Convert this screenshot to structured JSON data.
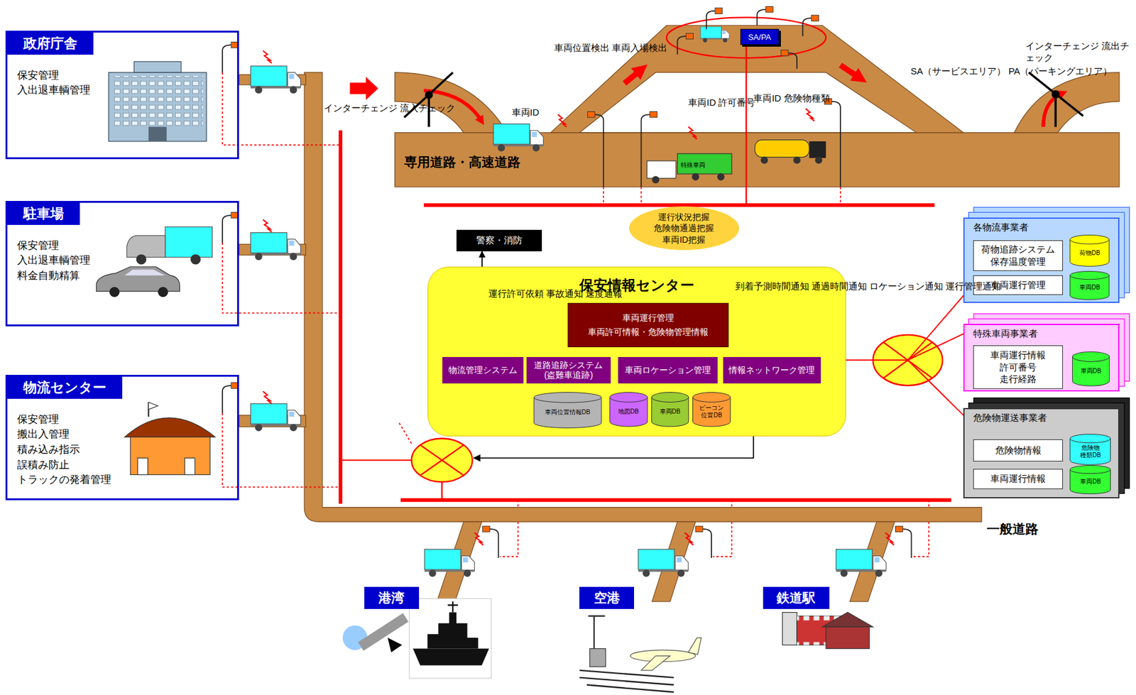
{
  "diagram": {
    "nodes": [
      {
        "text": [
          "政府庁舎",
          "保安管理 入出退車輌管理"
        ]
      },
      {
        "text": [
          "駐車場",
          "保安管理 入出退車輌管理 料金自動精算"
        ]
      },
      {
        "text": [
          "物流センター",
          "保安管理 搬出入管理 積み込み指示 誤積み防止 トラックの発着管理"
        ]
      },
      {
        "text": [
          "SA/PA"
        ]
      },
      {
        "text": [
          "運行状況把握 危険物通過把握 車両ID把握"
        ]
      },
      {
        "text": [
          "警察・消防"
        ]
      },
      {
        "text": [
          "保安情報センター"
        ]
      },
      {
        "text": [
          "車両運行管理",
          "車両許可情報・危険物管理情報"
        ],
        "in": 6
      },
      {
        "text": [
          "物流管理システム"
        ],
        "in": 6
      },
      {
        "text": [
          "道路追跡システム (盗難車追跡)"
        ],
        "in": 6
      },
      {
        "text": [
          "車両ロケーション管理"
        ],
        "in": 6
      },
      {
        "text": [
          "情報ネットワーク管理"
        ],
        "in": 6
      },
      {
        "text": [
          "車両位置情報DB"
        ],
        "in": 6
      },
      {
        "text": [
          "地図DB"
        ],
        "in": 6
      },
      {
        "text": [
          "車両DB"
        ],
        "in": 6
      },
      {
        "text": [
          "ビーコン 位置DB"
        ],
        "in": 6
      },
      {
        "text": [
          "各物流事業者"
        ]
      },
      {
        "text": [
          "荷物追跡システム 保存温度管理"
        ],
        "in": 16
      },
      {
        "text": [
          "荷物DB"
        ],
        "in": 16
      },
      {
        "text": [
          "車両運行管理"
        ],
        "in": 16
      },
      {
        "text": [
          "車両DB"
        ],
        "in": 16
      },
      {
        "text": [
          "特殊車両事業者"
        ]
      },
      {
        "text": [
          "車両運行情報 許可番号 走行経路"
        ],
        "in": 21
      },
      {
        "text": [
          "車両DB"
        ],
        "in": 21
      },
      {
        "text": [
          "危険物運送事業者"
        ]
      },
      {
        "text": [
          "危険物情報"
        ],
        "in": 24
      },
      {
        "text": [
          "危険物 種類DB"
        ],
        "in": 24
      },
      {
        "text": [
          "車両運行情報"
        ],
        "in": 24
      },
      {
        "text": [
          "車両DB"
        ],
        "in": 24
      },
      {
        "text": [
          "港湾"
        ]
      },
      {
        "text": [
          "空港"
        ]
      },
      {
        "text": [
          "鉄道駅"
        ]
      }
    ],
    "edges": [
      {
        "from": 7,
        "to": 5,
        "arrow": "to",
        "label": "運行許可依頼 事故通知 速度通報"
      },
      {
        "from": 7,
        "to": 8,
        "arrow": "none"
      },
      {
        "from": 7,
        "to": 9,
        "arrow": "none"
      },
      {
        "from": 7,
        "to": 10,
        "arrow": "none"
      },
      {
        "from": 7,
        "to": 11,
        "arrow": "none"
      },
      {
        "from": 6,
        "to": 16,
        "arrow": "none"
      },
      {
        "from": 6,
        "to": 21,
        "arrow": "none"
      },
      {
        "from": 6,
        "to": 24,
        "arrow": "none"
      }
    ],
    "labels": [
      "インターチェンジ 流入チェック",
      "車両位置検出 車両入場検出",
      "インターチェンジ 流出チェック",
      "SA（サービスエリア） PA（パーキングエリア）",
      "車両ID",
      "車両ID 許可番号",
      "車両ID 危険物種類",
      "専用道路・高速道路",
      "特殊車両",
      "到着予測時間通知 通過時間通知 ロケーション通知 運行管理通知",
      "一般道路"
    ]
  }
}
